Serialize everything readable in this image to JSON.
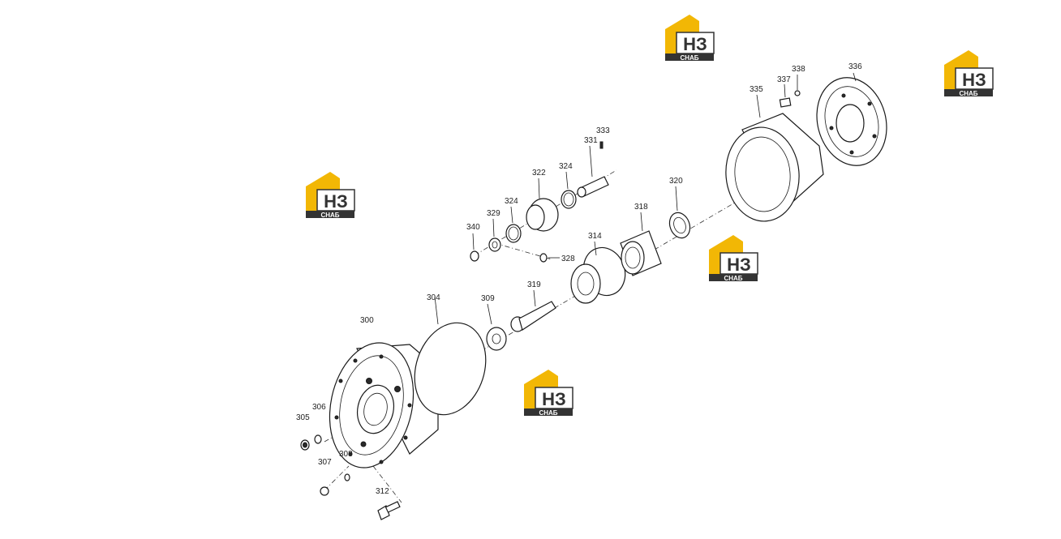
{
  "diagram": {
    "part_numbers": {
      "p300": "300",
      "p304": "304",
      "p305": "305",
      "p306": "306",
      "p307": "307",
      "p308": "308",
      "p309": "309",
      "p312": "312",
      "p314": "314",
      "p318": "318",
      "p319": "319",
      "p320": "320",
      "p322": "322",
      "p324a": "324",
      "p324b": "324",
      "p328": "328",
      "p329": "329",
      "p331": "331",
      "p333": "333",
      "p335": "335",
      "p336": "336",
      "p337": "337",
      "p338": "338",
      "p340": "340"
    }
  },
  "watermark": {
    "logo_letters": "НЗ",
    "logo_caption": "СНАБ",
    "color_accent": "#f2b705",
    "color_dark": "#333333"
  }
}
